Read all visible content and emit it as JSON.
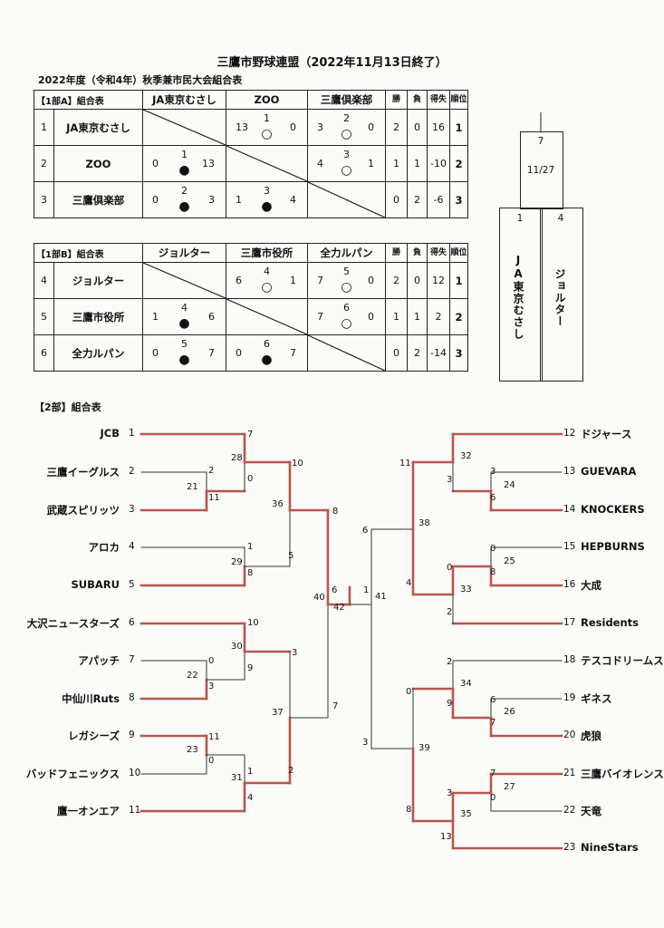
{
  "title": "三鷹市野球連盟（2022年11月13日終了）",
  "subtitle": "2022年度（令和4年）秋季兼市民大会組合表",
  "headers": {
    "win": "勝",
    "loss": "負",
    "diff": "得失",
    "rank": "順位"
  },
  "groupA": {
    "label": "【1部A】組合表",
    "teams": [
      "JA東京むさし",
      "ZOO",
      "三鷹倶楽部"
    ],
    "rows": [
      {
        "no": "1",
        "name": "JA東京むさし",
        "cells": [
          null,
          {
            "a": "13",
            "g": "1",
            "b": "0",
            "m": "○"
          },
          {
            "a": "3",
            "g": "2",
            "b": "0",
            "m": "○"
          }
        ],
        "w": "2",
        "l": "0",
        "d": "16",
        "r": "1"
      },
      {
        "no": "2",
        "name": "ZOO",
        "cells": [
          {
            "a": "0",
            "g": "1",
            "b": "13",
            "m": "●"
          },
          null,
          {
            "a": "4",
            "g": "3",
            "b": "1",
            "m": "○"
          }
        ],
        "w": "1",
        "l": "1",
        "d": "-10",
        "r": "2"
      },
      {
        "no": "3",
        "name": "三鷹倶楽部",
        "cells": [
          {
            "a": "0",
            "g": "2",
            "b": "3",
            "m": "●"
          },
          {
            "a": "1",
            "g": "3",
            "b": "4",
            "m": "●"
          },
          null
        ],
        "w": "0",
        "l": "2",
        "d": "-6",
        "r": "3"
      }
    ]
  },
  "groupB": {
    "label": "【1部B】組合表",
    "teams": [
      "ジョルター",
      "三鷹市役所",
      "全力ルパン"
    ],
    "rows": [
      {
        "no": "4",
        "name": "ジョルター",
        "cells": [
          null,
          {
            "a": "6",
            "g": "4",
            "b": "1",
            "m": "○"
          },
          {
            "a": "7",
            "g": "5",
            "b": "0",
            "m": "○"
          }
        ],
        "w": "2",
        "l": "0",
        "d": "12",
        "r": "1"
      },
      {
        "no": "5",
        "name": "三鷹市役所",
        "cells": [
          {
            "a": "1",
            "g": "4",
            "b": "6",
            "m": "●"
          },
          null,
          {
            "a": "7",
            "g": "6",
            "b": "0",
            "m": "○"
          }
        ],
        "w": "1",
        "l": "1",
        "d": "2",
        "r": "2"
      },
      {
        "no": "6",
        "name": "全力ルパン",
        "cells": [
          {
            "a": "0",
            "g": "5",
            "b": "7",
            "m": "●"
          },
          {
            "a": "0",
            "g": "6",
            "b": "7",
            "m": "●"
          },
          null
        ],
        "w": "0",
        "l": "2",
        "d": "-14",
        "r": "3"
      }
    ]
  },
  "final": {
    "game": "7",
    "date": "11/27",
    "left_no": "1",
    "left_name": "JA東京むさし",
    "right_no": "4",
    "right_name": "ジョルター"
  },
  "section2": "【2部】組合表",
  "left_teams": [
    {
      "no": "1",
      "name": "JCB"
    },
    {
      "no": "2",
      "name": "三鷹イーグルス"
    },
    {
      "no": "3",
      "name": "武蔵スピリッツ"
    },
    {
      "no": "4",
      "name": "アロカ"
    },
    {
      "no": "5",
      "name": "SUBARU"
    },
    {
      "no": "6",
      "name": "大沢ニュースターズ"
    },
    {
      "no": "7",
      "name": "アパッチ"
    },
    {
      "no": "8",
      "name": "中仙川Ruts"
    },
    {
      "no": "9",
      "name": "レガシーズ"
    },
    {
      "no": "10",
      "name": "バッドフェニックス"
    },
    {
      "no": "11",
      "name": "鷹一オンエア"
    }
  ],
  "right_teams": [
    {
      "no": "12",
      "name": "ドジャース"
    },
    {
      "no": "13",
      "name": "GUEVARA"
    },
    {
      "no": "14",
      "name": "KNOCKERS"
    },
    {
      "no": "15",
      "name": "HEPBURNS"
    },
    {
      "no": "16",
      "name": "大成"
    },
    {
      "no": "17",
      "name": "Residents"
    },
    {
      "no": "18",
      "name": "テスコドリームス"
    },
    {
      "no": "19",
      "name": "ギネス"
    },
    {
      "no": "20",
      "name": "虎狼"
    },
    {
      "no": "21",
      "name": "三鷹バイオレンス"
    },
    {
      "no": "22",
      "name": "天竜"
    },
    {
      "no": "23",
      "name": "NineStars"
    }
  ],
  "bracket_texts": [
    "7",
    "28",
    "0",
    "2",
    "21",
    "11",
    "10",
    "36",
    "1",
    "29",
    "8",
    "5",
    "8",
    "40",
    "6",
    "10",
    "30",
    "9",
    "0",
    "22",
    "3",
    "3",
    "37",
    "7",
    "11",
    "23",
    "0",
    "1",
    "31",
    "4",
    "2",
    "42",
    "1",
    "41",
    "6",
    "11",
    "32",
    "3",
    "24",
    "3",
    "6",
    "38",
    "0",
    "25",
    "8",
    "0",
    "33",
    "4",
    "2",
    "2",
    "34",
    "9",
    "0",
    "6",
    "26",
    "7",
    "39",
    "3",
    "7",
    "27",
    "0",
    "3",
    "35",
    "8",
    "13"
  ]
}
